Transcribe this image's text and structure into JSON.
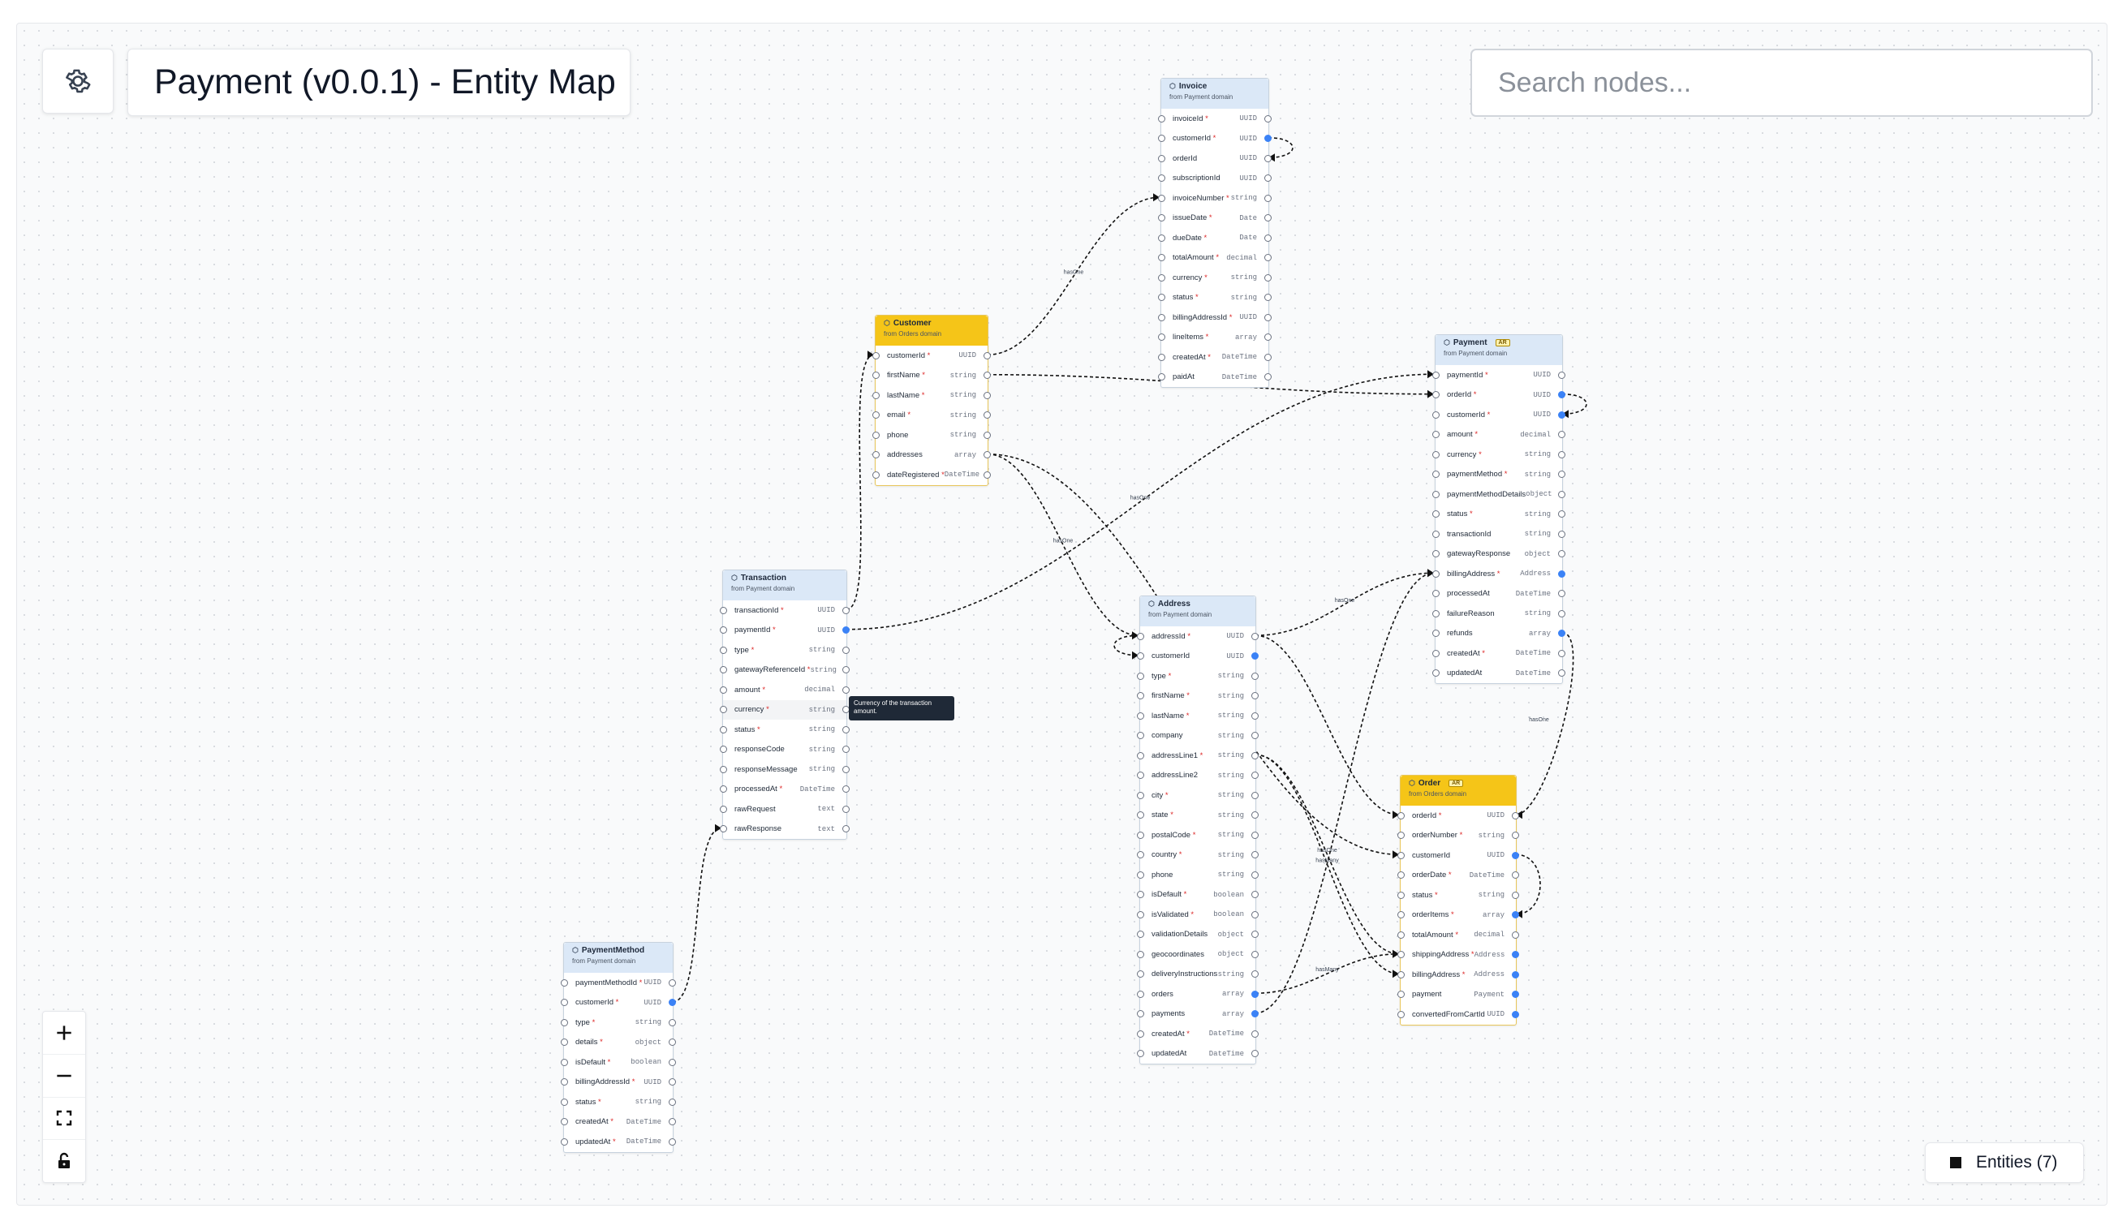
{
  "header": {
    "title": "Payment (v0.0.1) - Entity Map",
    "settings_icon": "gear-icon"
  },
  "search": {
    "placeholder": "Search nodes..."
  },
  "controls": {
    "zoom_in": "plus-icon",
    "zoom_out": "minus-icon",
    "fit_view": "fit-view-icon",
    "lock": "lock-icon"
  },
  "legend": {
    "label": "Entities (7)"
  },
  "tooltip": {
    "text": "Currency of the transaction amount."
  },
  "colors": {
    "payment_domain": "#dbe8f7",
    "orders_domain": "#f5c518",
    "edge": "#111111"
  },
  "edge_labels": [
    "hasOne",
    "hasOne",
    "hasOne",
    "hasOne",
    "hasMany",
    "hasOne",
    "hasOne",
    "hasMany",
    "hasMany"
  ],
  "nodes": [
    {
      "id": "invoice",
      "name": "Invoice",
      "source": "from Payment domain",
      "domain": "payment",
      "ar": "",
      "fields": [
        {
          "n": "invoiceId",
          "r": true,
          "t": "UUID"
        },
        {
          "n": "customerId",
          "r": true,
          "t": "UUID"
        },
        {
          "n": "orderId",
          "r": false,
          "t": "UUID"
        },
        {
          "n": "subscriptionId",
          "r": false,
          "t": "UUID"
        },
        {
          "n": "invoiceNumber",
          "r": true,
          "t": "string"
        },
        {
          "n": "issueDate",
          "r": true,
          "t": "Date"
        },
        {
          "n": "dueDate",
          "r": true,
          "t": "Date"
        },
        {
          "n": "totalAmount",
          "r": true,
          "t": "decimal"
        },
        {
          "n": "currency",
          "r": true,
          "t": "string"
        },
        {
          "n": "status",
          "r": true,
          "t": "string"
        },
        {
          "n": "billingAddressId",
          "r": true,
          "t": "UUID"
        },
        {
          "n": "lineItems",
          "r": true,
          "t": "array"
        },
        {
          "n": "createdAt",
          "r": true,
          "t": "DateTime"
        },
        {
          "n": "paidAt",
          "r": false,
          "t": "DateTime"
        }
      ]
    },
    {
      "id": "customer",
      "name": "Customer",
      "source": "from Orders domain",
      "domain": "orders",
      "ar": "",
      "fields": [
        {
          "n": "customerId",
          "r": true,
          "t": "UUID"
        },
        {
          "n": "firstName",
          "r": true,
          "t": "string"
        },
        {
          "n": "lastName",
          "r": true,
          "t": "string"
        },
        {
          "n": "email",
          "r": true,
          "t": "string"
        },
        {
          "n": "phone",
          "r": false,
          "t": "string"
        },
        {
          "n": "addresses",
          "r": false,
          "t": "array"
        },
        {
          "n": "dateRegistered",
          "r": true,
          "t": "DateTime"
        }
      ]
    },
    {
      "id": "payment",
      "name": "Payment",
      "source": "from Payment domain",
      "domain": "payment",
      "ar": "AR",
      "fields": [
        {
          "n": "paymentId",
          "r": true,
          "t": "UUID"
        },
        {
          "n": "orderId",
          "r": true,
          "t": "UUID"
        },
        {
          "n": "customerId",
          "r": true,
          "t": "UUID"
        },
        {
          "n": "amount",
          "r": true,
          "t": "decimal"
        },
        {
          "n": "currency",
          "r": true,
          "t": "string"
        },
        {
          "n": "paymentMethod",
          "r": true,
          "t": "string"
        },
        {
          "n": "paymentMethodDetails",
          "r": false,
          "t": "object"
        },
        {
          "n": "status",
          "r": true,
          "t": "string"
        },
        {
          "n": "transactionId",
          "r": false,
          "t": "string"
        },
        {
          "n": "gatewayResponse",
          "r": false,
          "t": "object"
        },
        {
          "n": "billingAddress",
          "r": true,
          "t": "Address"
        },
        {
          "n": "processedAt",
          "r": false,
          "t": "DateTime"
        },
        {
          "n": "failureReason",
          "r": false,
          "t": "string"
        },
        {
          "n": "refunds",
          "r": false,
          "t": "array"
        },
        {
          "n": "createdAt",
          "r": true,
          "t": "DateTime"
        },
        {
          "n": "updatedAt",
          "r": false,
          "t": "DateTime"
        }
      ]
    },
    {
      "id": "transaction",
      "name": "Transaction",
      "source": "from Payment domain",
      "domain": "payment",
      "ar": "",
      "fields": [
        {
          "n": "transactionId",
          "r": true,
          "t": "UUID"
        },
        {
          "n": "paymentId",
          "r": true,
          "t": "UUID"
        },
        {
          "n": "type",
          "r": true,
          "t": "string"
        },
        {
          "n": "gatewayReferenceId",
          "r": true,
          "t": "string"
        },
        {
          "n": "amount",
          "r": true,
          "t": "decimal"
        },
        {
          "n": "currency",
          "r": true,
          "t": "string"
        },
        {
          "n": "status",
          "r": true,
          "t": "string"
        },
        {
          "n": "responseCode",
          "r": false,
          "t": "string"
        },
        {
          "n": "responseMessage",
          "r": false,
          "t": "string"
        },
        {
          "n": "processedAt",
          "r": true,
          "t": "DateTime"
        },
        {
          "n": "rawRequest",
          "r": false,
          "t": "text"
        },
        {
          "n": "rawResponse",
          "r": false,
          "t": "text"
        }
      ]
    },
    {
      "id": "address",
      "name": "Address",
      "source": "from Payment domain",
      "domain": "payment",
      "ar": "",
      "fields": [
        {
          "n": "addressId",
          "r": true,
          "t": "UUID"
        },
        {
          "n": "customerId",
          "r": false,
          "t": "UUID"
        },
        {
          "n": "type",
          "r": true,
          "t": "string"
        },
        {
          "n": "firstName",
          "r": true,
          "t": "string"
        },
        {
          "n": "lastName",
          "r": true,
          "t": "string"
        },
        {
          "n": "company",
          "r": false,
          "t": "string"
        },
        {
          "n": "addressLine1",
          "r": true,
          "t": "string"
        },
        {
          "n": "addressLine2",
          "r": false,
          "t": "string"
        },
        {
          "n": "city",
          "r": true,
          "t": "string"
        },
        {
          "n": "state",
          "r": true,
          "t": "string"
        },
        {
          "n": "postalCode",
          "r": true,
          "t": "string"
        },
        {
          "n": "country",
          "r": true,
          "t": "string"
        },
        {
          "n": "phone",
          "r": false,
          "t": "string"
        },
        {
          "n": "isDefault",
          "r": true,
          "t": "boolean"
        },
        {
          "n": "isValidated",
          "r": true,
          "t": "boolean"
        },
        {
          "n": "validationDetails",
          "r": false,
          "t": "object"
        },
        {
          "n": "geocoordinates",
          "r": false,
          "t": "object"
        },
        {
          "n": "deliveryInstructions",
          "r": false,
          "t": "string"
        },
        {
          "n": "orders",
          "r": false,
          "t": "array"
        },
        {
          "n": "payments",
          "r": false,
          "t": "array"
        },
        {
          "n": "createdAt",
          "r": true,
          "t": "DateTime"
        },
        {
          "n": "updatedAt",
          "r": false,
          "t": "DateTime"
        }
      ]
    },
    {
      "id": "order",
      "name": "Order",
      "source": "from Orders domain",
      "domain": "orders",
      "ar": "AR",
      "fields": [
        {
          "n": "orderId",
          "r": true,
          "t": "UUID"
        },
        {
          "n": "orderNumber",
          "r": true,
          "t": "string"
        },
        {
          "n": "customerId",
          "r": false,
          "t": "UUID"
        },
        {
          "n": "orderDate",
          "r": true,
          "t": "DateTime"
        },
        {
          "n": "status",
          "r": true,
          "t": "string"
        },
        {
          "n": "orderItems",
          "r": true,
          "t": "array"
        },
        {
          "n": "totalAmount",
          "r": true,
          "t": "decimal"
        },
        {
          "n": "shippingAddress",
          "r": true,
          "t": "Address"
        },
        {
          "n": "billingAddress",
          "r": true,
          "t": "Address"
        },
        {
          "n": "payment",
          "r": false,
          "t": "Payment"
        },
        {
          "n": "convertedFromCartId",
          "r": false,
          "t": "UUID"
        }
      ]
    },
    {
      "id": "paymentmethod",
      "name": "PaymentMethod",
      "source": "from Payment domain",
      "domain": "payment",
      "ar": "",
      "fields": [
        {
          "n": "paymentMethodId",
          "r": true,
          "t": "UUID"
        },
        {
          "n": "customerId",
          "r": true,
          "t": "UUID"
        },
        {
          "n": "type",
          "r": true,
          "t": "string"
        },
        {
          "n": "details",
          "r": true,
          "t": "object"
        },
        {
          "n": "isDefault",
          "r": true,
          "t": "boolean"
        },
        {
          "n": "billingAddressId",
          "r": true,
          "t": "UUID"
        },
        {
          "n": "status",
          "r": true,
          "t": "string"
        },
        {
          "n": "createdAt",
          "r": true,
          "t": "DateTime"
        },
        {
          "n": "updatedAt",
          "r": true,
          "t": "DateTime"
        }
      ]
    }
  ]
}
